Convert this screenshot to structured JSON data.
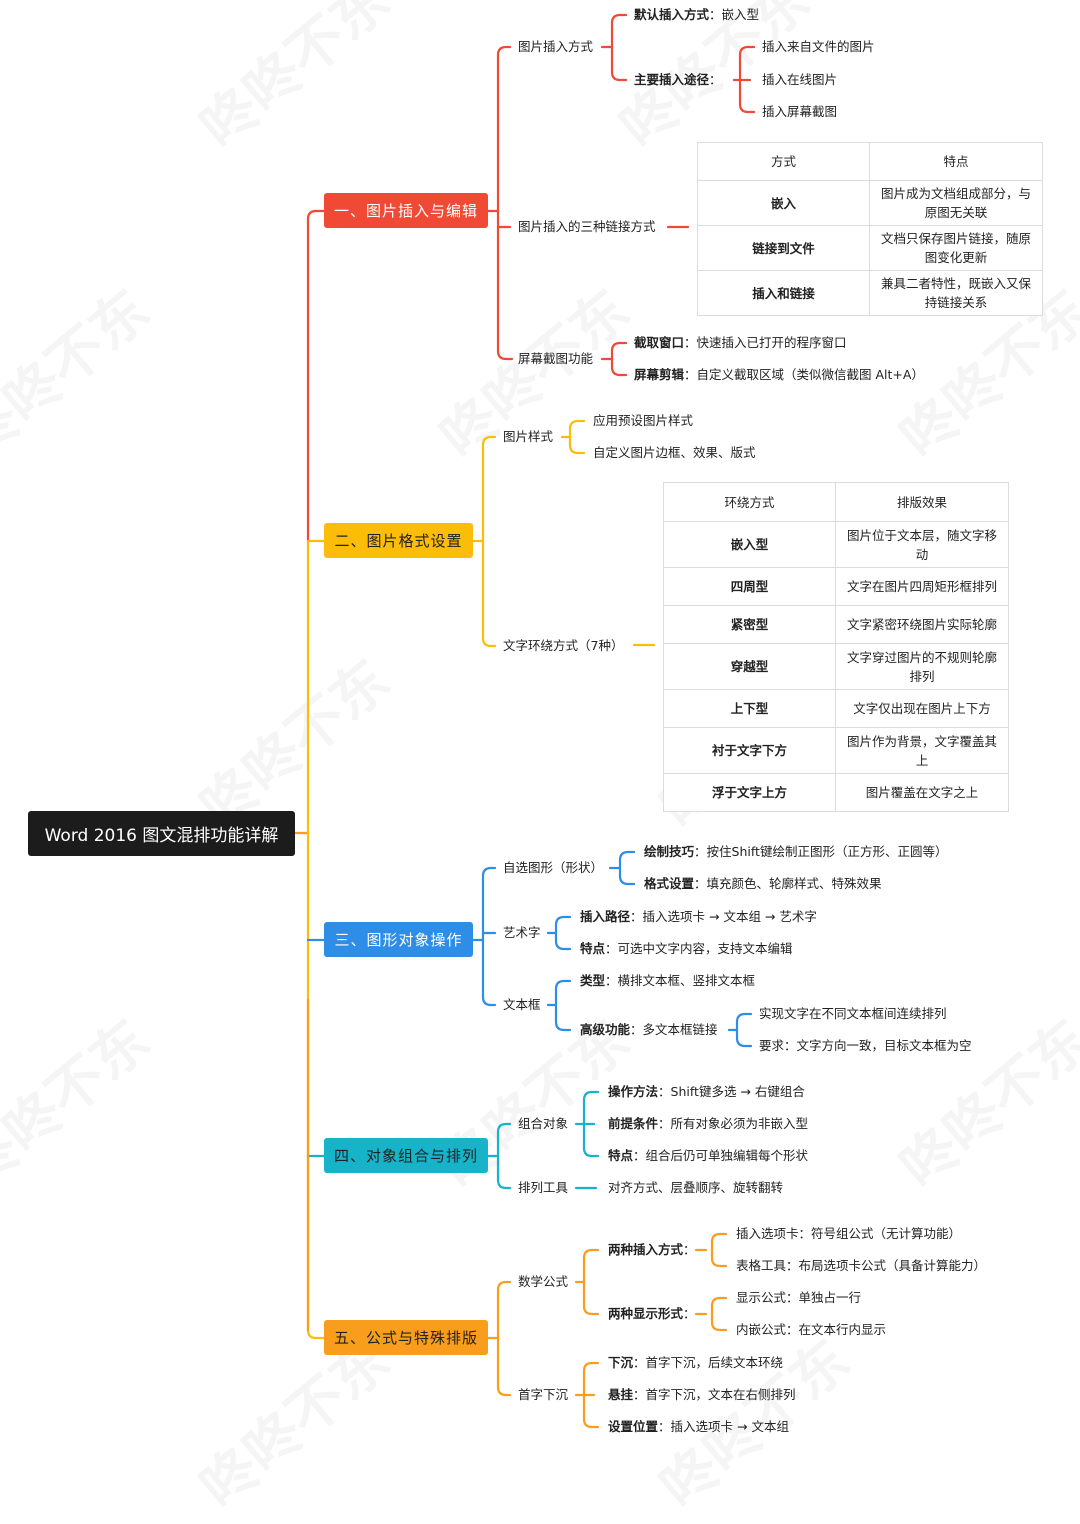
{
  "watermark": "咚咚不东",
  "root": {
    "title": "Word 2016 图文混排功能详解"
  },
  "colors": {
    "red": "#f04a37",
    "yellow": "#fbbd08",
    "blue": "#2e8de6",
    "teal": "#16b3c9",
    "orange": "#f99d1c",
    "root": "#1c1c1c"
  },
  "b1": {
    "label": "一、图片插入与编辑",
    "insert_method": {
      "label": "图片插入方式",
      "default": {
        "key": "默认插入方式",
        "value": "嵌入型"
      },
      "main": {
        "key": "主要插入途径",
        "items": [
          "插入来自文件的图片",
          "插入在线图片",
          "插入屏幕截图"
        ]
      }
    },
    "link_modes": {
      "label": "图片插入的三种链接方式",
      "table": {
        "headers": [
          "方式",
          "特点"
        ],
        "rows": [
          [
            "嵌入",
            "图片成为文档组成部分，与原图无关联"
          ],
          [
            "链接到文件",
            "文档只保存图片链接，随原图变化更新"
          ],
          [
            "插入和链接",
            "兼具二者特性，既嵌入又保持链接关系"
          ]
        ]
      }
    },
    "screenshot": {
      "label": "屏幕截图功能",
      "items": [
        {
          "key": "截取窗口",
          "value": "快速插入已打开的程序窗口"
        },
        {
          "key": "屏幕剪辑",
          "value": "自定义截取区域（类似微信截图 Alt+A）"
        }
      ]
    }
  },
  "b2": {
    "label": "二、图片格式设置",
    "style": {
      "label": "图片样式",
      "items": [
        "应用预设图片样式",
        "自定义图片边框、效果、版式"
      ]
    },
    "wrap": {
      "label": "文字环绕方式（7种）",
      "table": {
        "headers": [
          "环绕方式",
          "排版效果"
        ],
        "rows": [
          [
            "嵌入型",
            "图片位于文本层，随文字移动"
          ],
          [
            "四周型",
            "文字在图片四周矩形框排列"
          ],
          [
            "紧密型",
            "文字紧密环绕图片实际轮廓"
          ],
          [
            "穿越型",
            "文字穿过图片的不规则轮廓排列"
          ],
          [
            "上下型",
            "文字仅出现在图片上下方"
          ],
          [
            "衬于文字下方",
            "图片作为背景，文字覆盖其上"
          ],
          [
            "浮于文字上方",
            "图片覆盖在文字之上"
          ]
        ]
      }
    }
  },
  "b3": {
    "label": "三、图形对象操作",
    "shapes": {
      "label": "自选图形（形状）",
      "items": [
        {
          "key": "绘制技巧",
          "value": "按住Shift键绘制正图形（正方形、正圆等）"
        },
        {
          "key": "格式设置",
          "value": "填充颜色、轮廓样式、特殊效果"
        }
      ]
    },
    "wordart": {
      "label": "艺术字",
      "items": [
        {
          "key": "插入路径",
          "value": "插入选项卡 → 文本组 → 艺术字"
        },
        {
          "key": "特点",
          "value": "可选中文字内容，支持文本编辑"
        }
      ]
    },
    "textbox": {
      "label": "文本框",
      "items": [
        {
          "key": "类型",
          "value": "横排文本框、竖排文本框"
        },
        {
          "key": "高级功能",
          "value": "多文本框链接",
          "sub": [
            "实现文字在不同文本框间连续排列",
            "要求：文字方向一致，目标文本框为空"
          ]
        }
      ]
    }
  },
  "b4": {
    "label": "四、对象组合与排列",
    "group": {
      "label": "组合对象",
      "items": [
        {
          "key": "操作方法",
          "value": "Shift键多选 → 右键组合"
        },
        {
          "key": "前提条件",
          "value": "所有对象必须为非嵌入型"
        },
        {
          "key": "特点",
          "value": "组合后仍可单独编辑每个形状"
        }
      ]
    },
    "arrange": {
      "label": "排列工具",
      "value": "对齐方式、层叠顺序、旋转翻转"
    }
  },
  "b5": {
    "label": "五、公式与特殊排版",
    "math": {
      "label": "数学公式",
      "insert": {
        "key": "两种插入方式",
        "items": [
          "插入选项卡：符号组公式（无计算功能）",
          "表格工具：布局选项卡公式（具备计算能力）"
        ]
      },
      "display": {
        "key": "两种显示形式",
        "items": [
          "显示公式：单独占一行",
          "内嵌公式：在文本行内显示"
        ]
      }
    },
    "dropcap": {
      "label": "首字下沉",
      "items": [
        {
          "key": "下沉",
          "value": "首字下沉，后续文本环绕"
        },
        {
          "key": "悬挂",
          "value": "首字下沉，文本在右侧排列"
        },
        {
          "key": "设置位置",
          "value": "插入选项卡 → 文本组"
        }
      ]
    }
  }
}
